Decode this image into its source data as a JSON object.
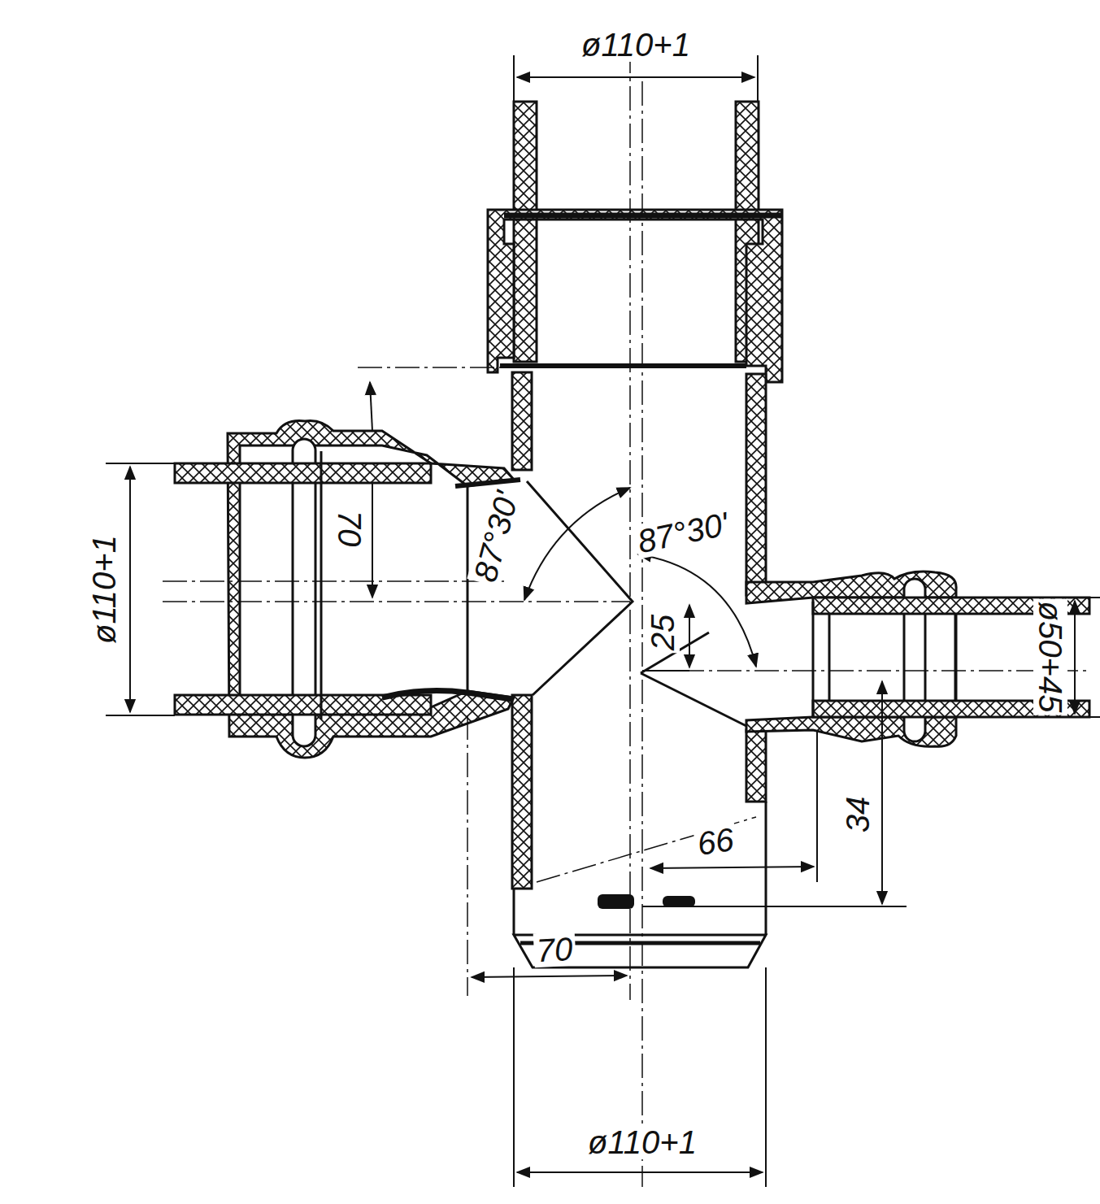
{
  "diagram": {
    "labels": [
      "ø110+1",
      "ø110+1",
      "70",
      "87°30'",
      "87°30'",
      "25",
      "ø50+45",
      "34",
      "66",
      "70",
      "ø110+1"
    ]
  }
}
